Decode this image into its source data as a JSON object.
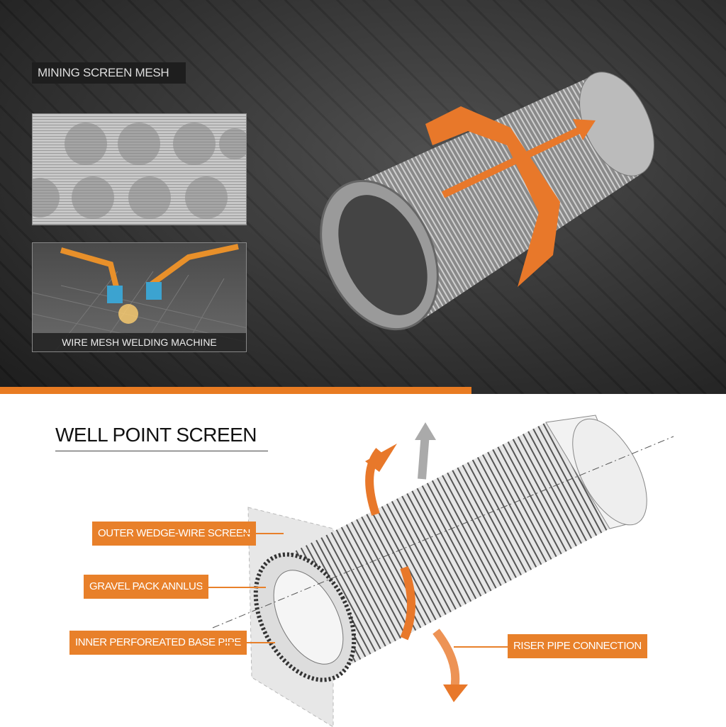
{
  "top_section": {
    "mining_label": "MINING SCREEN MESH",
    "welding_caption": "WIRE MESH WELDING MACHINE"
  },
  "bottom_section": {
    "title": "WELL POINT SCREEN",
    "labels": {
      "outer": "OUTER WEDGE-WIRE SCREEN",
      "gravel": "GRAVEL PACK ANNLUS",
      "inner": "INNER PERFOREATED BASE PIPE",
      "riser": "RISER PIPE CONNECTION"
    }
  },
  "colors": {
    "accent": "#e8802a",
    "dark": "#2f2f2f"
  }
}
